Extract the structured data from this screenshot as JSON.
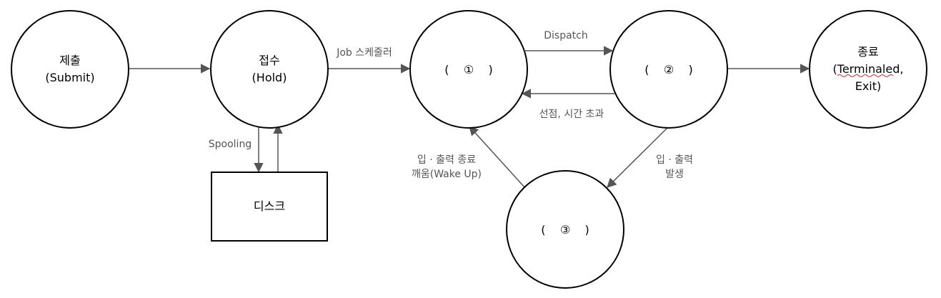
{
  "nodes": {
    "submit": {
      "lines": [
        "제출",
        "(Submit)"
      ]
    },
    "hold": {
      "lines": [
        "접수",
        "(Hold)"
      ]
    },
    "state1": {
      "lines": [
        "(    ①    )"
      ]
    },
    "state2": {
      "lines": [
        "(    ②    )"
      ]
    },
    "state3": {
      "lines": [
        "(    ③    )"
      ]
    },
    "terminated": {
      "lines": [
        "종료",
        "(Terminaled,",
        "Exit)"
      ]
    },
    "disk": {
      "lines": [
        "디스크"
      ]
    }
  },
  "edges": {
    "job_scheduler": [
      "Job 스케줄러"
    ],
    "dispatch": [
      "Dispatch"
    ],
    "preempt": [
      "선점, 시간 초과"
    ],
    "spooling": [
      "Spooling"
    ],
    "io_occur": [
      "입 · 출력",
      "발생"
    ],
    "io_done": [
      "입 · 출력 종료",
      "깨움(Wake Up)"
    ]
  },
  "colors": {
    "edge": "#555555",
    "node_border": "#000000",
    "spellcheck_underline": "#d62728"
  }
}
